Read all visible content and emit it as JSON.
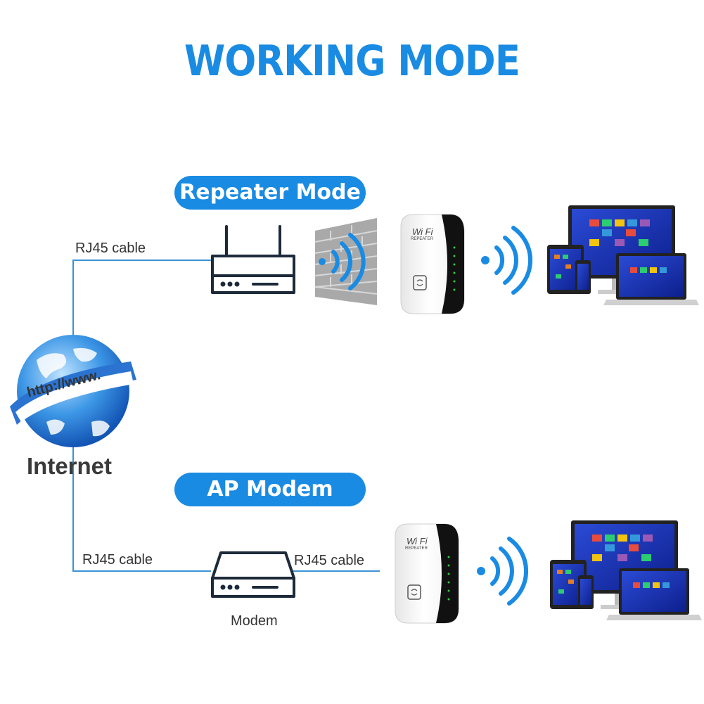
{
  "title": "WORKING MODE",
  "modes": {
    "repeater": {
      "label": "Repeater Mode"
    },
    "ap": {
      "label": "AP Modem"
    }
  },
  "cables": {
    "top": "RJ45 cable",
    "bottom_left": "RJ45 cable",
    "bottom_right": "RJ45 cable"
  },
  "globe": {
    "url_text": "http://www.",
    "label": "Internet"
  },
  "modem_label": "Modem",
  "repeater_device": {
    "brand": "Wi Fi",
    "model": "REPEATER"
  },
  "colors": {
    "accent": "#1a8be3",
    "line": "#3b93d6",
    "device_black": "#111111"
  }
}
